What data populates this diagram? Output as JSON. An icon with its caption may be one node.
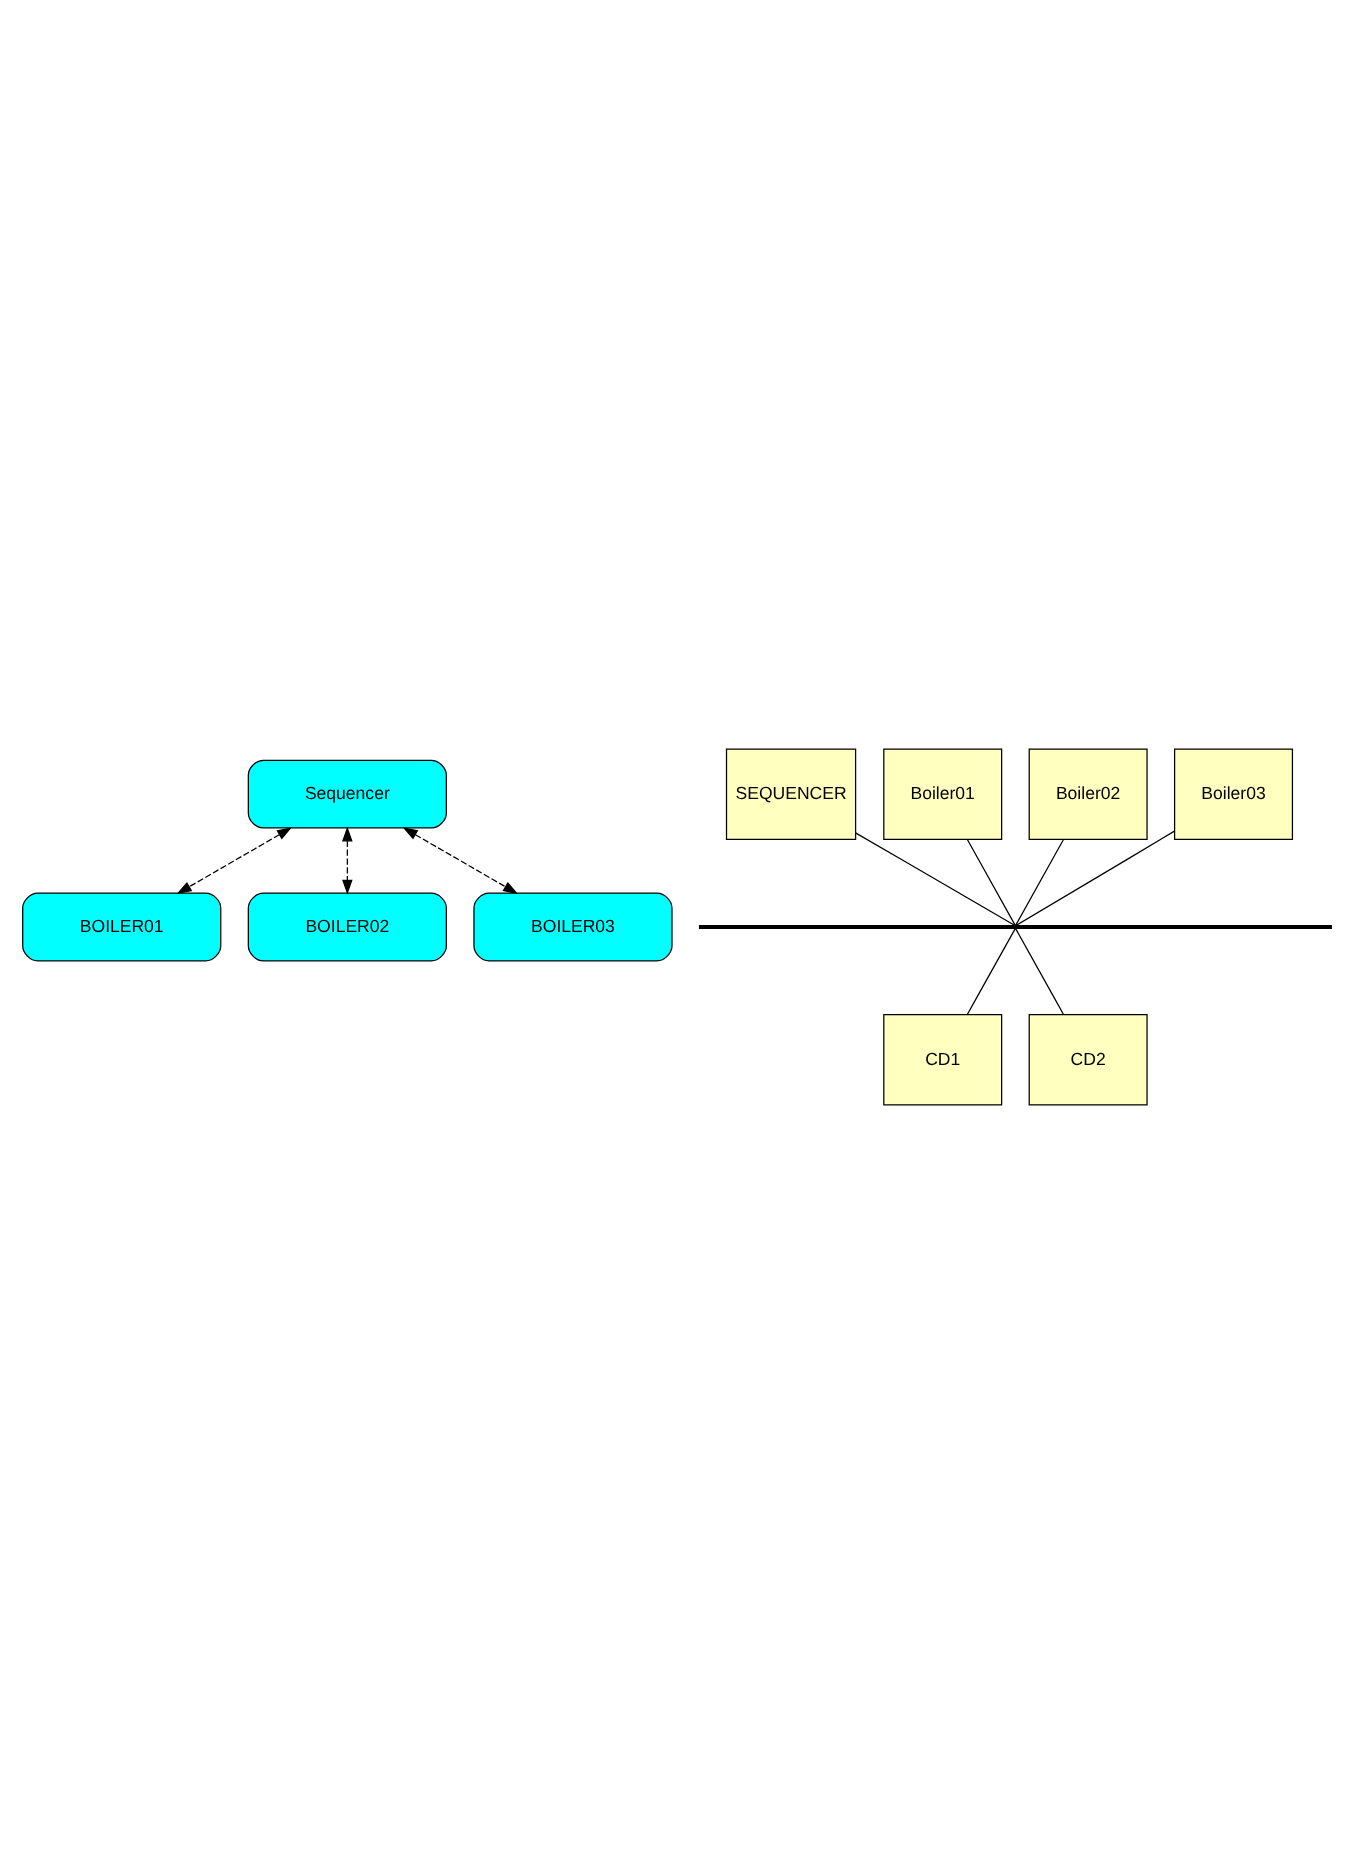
{
  "diagram": {
    "nodes": [
      {
        "text": [
          "Sequencer"
        ]
      },
      {
        "text": [
          "BOILER01"
        ]
      },
      {
        "text": [
          "BOILER02"
        ]
      },
      {
        "text": [
          "BOILER03"
        ]
      },
      {
        "text": [
          "SEQUENCER"
        ]
      },
      {
        "text": [
          "Boiler01"
        ]
      },
      {
        "text": [
          "Boiler02"
        ]
      },
      {
        "text": [
          "Boiler03"
        ]
      },
      {
        "text": [],
        "shape": "bar"
      },
      {
        "text": [
          "CD1"
        ]
      },
      {
        "text": [
          "CD2"
        ]
      }
    ],
    "edges": [
      {
        "from": 0,
        "to": 1,
        "arrow": "both",
        "style": "dashed"
      },
      {
        "from": 0,
        "to": 2,
        "arrow": "both",
        "style": "dashed"
      },
      {
        "from": 0,
        "to": 3,
        "arrow": "both",
        "style": "dashed"
      },
      {
        "from": 4,
        "to": 8,
        "arrow": "none"
      },
      {
        "from": 5,
        "to": 8,
        "arrow": "none"
      },
      {
        "from": 6,
        "to": 8,
        "arrow": "none"
      },
      {
        "from": 7,
        "to": 8,
        "arrow": "none"
      },
      {
        "from": 8,
        "to": 9,
        "arrow": "none"
      },
      {
        "from": 8,
        "to": 10,
        "arrow": "none"
      }
    ]
  }
}
